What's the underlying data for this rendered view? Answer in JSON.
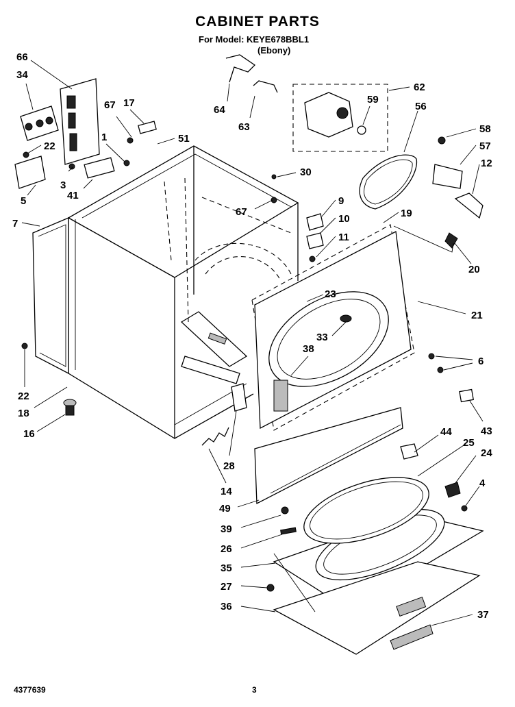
{
  "header": {
    "title": "CABINET PARTS",
    "model_line": "For Model: KEYE678BBL1",
    "color_line": "(Ebony)"
  },
  "footer": {
    "doc_number": "4377639",
    "page_number": "3"
  },
  "callouts": {
    "c66": "66",
    "c34": "34",
    "c22a": "22",
    "c3": "3",
    "c41": "41",
    "c5": "5",
    "c67a": "67",
    "c17": "17",
    "c1": "1",
    "c51": "51",
    "c64": "64",
    "c63": "63",
    "c62": "62",
    "c59": "59",
    "c56": "56",
    "c58": "58",
    "c57": "57",
    "c12": "12",
    "c30": "30",
    "c67b": "67",
    "c9": "9",
    "c10": "10",
    "c11": "11",
    "c19": "19",
    "c20": "20",
    "c7": "7",
    "c21": "21",
    "c23": "23",
    "c33": "33",
    "c38": "38",
    "c6": "6",
    "c22b": "22",
    "c18": "18",
    "c16": "16",
    "c43": "43",
    "c28": "28",
    "c14": "14",
    "c44": "44",
    "c25": "25",
    "c24": "24",
    "c4": "4",
    "c49": "49",
    "c39": "39",
    "c26": "26",
    "c35": "35",
    "c27": "27",
    "c36": "36",
    "c37": "37"
  }
}
